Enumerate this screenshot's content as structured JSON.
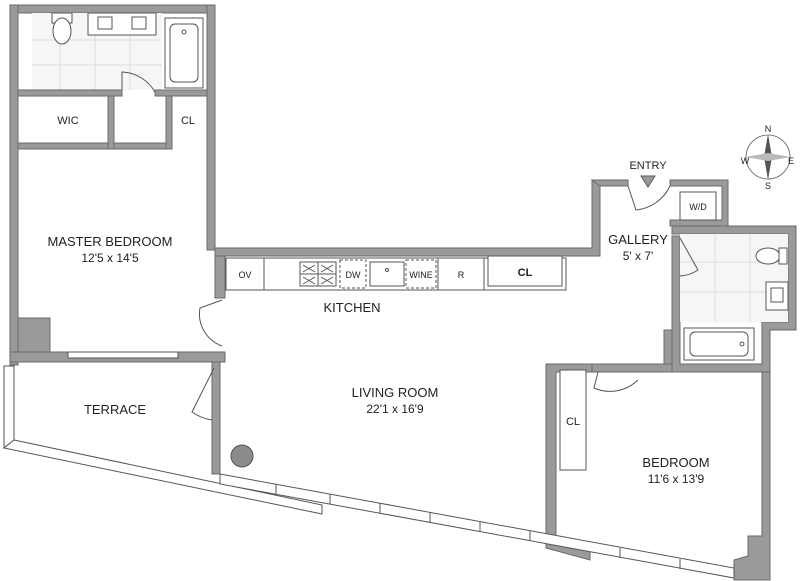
{
  "rooms": {
    "master_bedroom": {
      "name": "MASTER BEDROOM",
      "dims": "12'5 x 14'5"
    },
    "living_room": {
      "name": "LIVING ROOM",
      "dims": "22'1 x 16'9"
    },
    "bedroom": {
      "name": "BEDROOM",
      "dims": "11'6 x 13'9"
    },
    "gallery": {
      "name": "GALLERY",
      "dims": "5' x 7'"
    },
    "kitchen": {
      "name": "KITCHEN"
    },
    "terrace": {
      "name": "TERRACE"
    },
    "entry": {
      "name": "ENTRY"
    },
    "wic": {
      "name": "WIC"
    },
    "closet_master": {
      "name": "CL"
    },
    "closet_bedroom": {
      "name": "CL"
    },
    "closet_gallery": {
      "name": "CL"
    },
    "washer_dryer": {
      "name": "W/D"
    }
  },
  "kitchen_appliances": {
    "oven": "OV",
    "dishwasher": "DW",
    "wine": "WINE",
    "refrigerator": "R"
  },
  "compass": {
    "n": "N",
    "s": "S",
    "e": "E",
    "w": "W"
  },
  "colors": {
    "wall": "#9a9a9a",
    "background": "#ffffff"
  }
}
